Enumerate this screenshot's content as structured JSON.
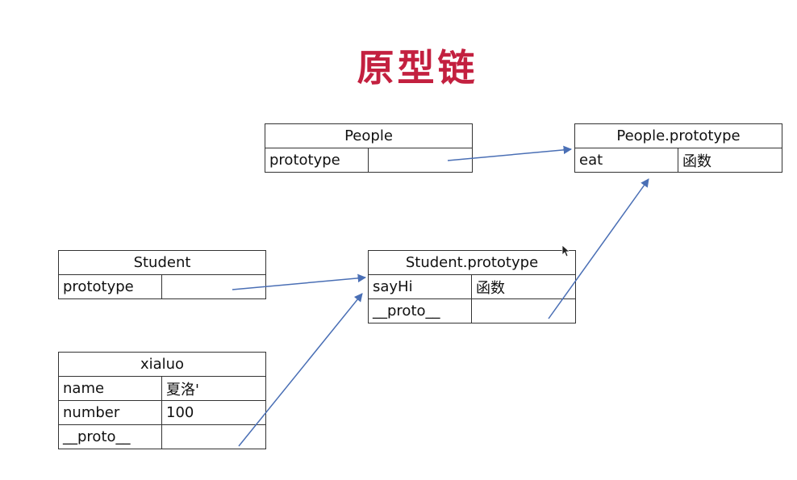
{
  "title": "原型链",
  "people": {
    "name": "People",
    "rows": [
      {
        "key": "prototype",
        "value": ""
      }
    ]
  },
  "people_prototype": {
    "name": "People.prototype",
    "rows": [
      {
        "key": "eat",
        "value": "函数"
      }
    ]
  },
  "student": {
    "name": "Student",
    "rows": [
      {
        "key": "prototype",
        "value": ""
      }
    ]
  },
  "student_prototype": {
    "name": "Student.prototype",
    "rows": [
      {
        "key": "sayHi",
        "value": "函数"
      },
      {
        "key": "__proto__",
        "value": ""
      }
    ]
  },
  "xialuo": {
    "name": "xialuo",
    "rows": [
      {
        "key": "name",
        "value": "夏洛'"
      },
      {
        "key": "number",
        "value": "100"
      },
      {
        "key": "__proto__",
        "value": ""
      }
    ]
  },
  "colors": {
    "title": "#c3203f",
    "arrow": "#4a6fb5",
    "border": "#333333"
  }
}
